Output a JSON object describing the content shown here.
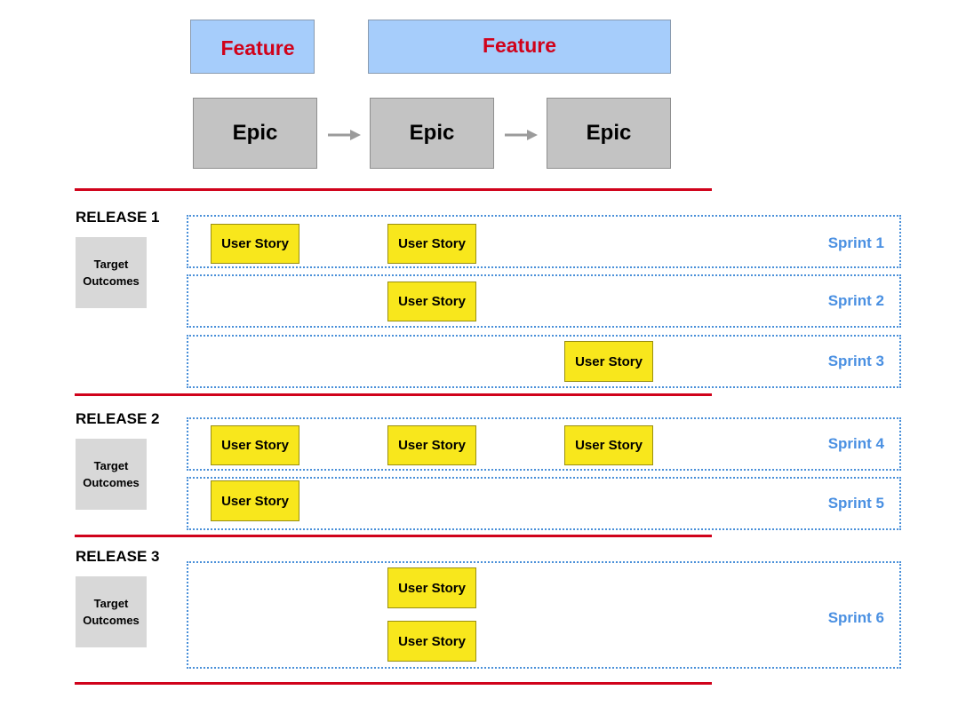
{
  "features": [
    {
      "label": "Feature"
    },
    {
      "label": "Feature"
    }
  ],
  "epics": [
    {
      "label": "Epic"
    },
    {
      "label": "Epic"
    },
    {
      "label": "Epic"
    }
  ],
  "releases": [
    {
      "title": "RELEASE 1",
      "outcomes_line1": "Target",
      "outcomes_line2": "Outcomes"
    },
    {
      "title": "RELEASE 2",
      "outcomes_line1": "Target",
      "outcomes_line2": "Outcomes"
    },
    {
      "title": "RELEASE 3",
      "outcomes_line1": "Target",
      "outcomes_line2": "Outcomes"
    }
  ],
  "sprints": [
    {
      "label": "Sprint 1"
    },
    {
      "label": "Sprint 2"
    },
    {
      "label": "Sprint 3"
    },
    {
      "label": "Sprint 4"
    },
    {
      "label": "Sprint 5"
    },
    {
      "label": "Sprint 6"
    }
  ],
  "story_label": "User Story",
  "colors": {
    "feature_fill": "#a6cdfb",
    "feature_text": "#d0021b",
    "epic_fill": "#c3c3c3",
    "story_fill": "#f8e71c",
    "sprint_border": "#4a90d9",
    "sprint_text": "#4a90e2",
    "release_line": "#d0021b",
    "outcomes_fill": "#d8d8d8"
  }
}
